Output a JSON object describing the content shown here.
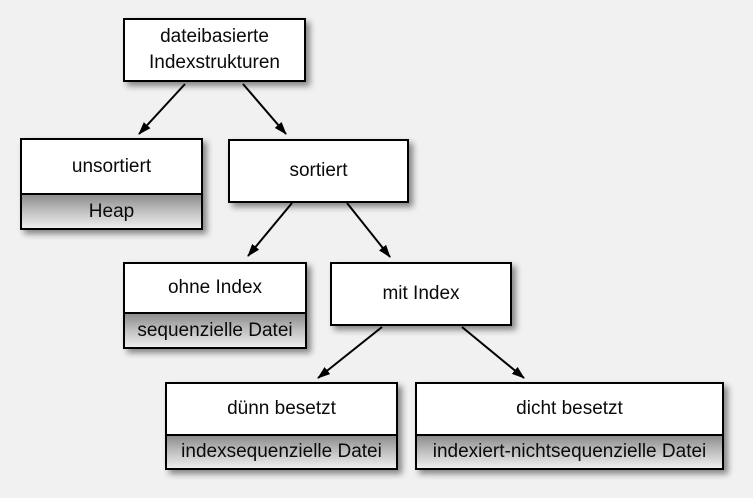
{
  "diagram": {
    "background": "#f1f1f1",
    "colors": {
      "box_fill": "#ffffff",
      "box_border": "#000000",
      "band_gradient_top": "#8d8d8d",
      "band_gradient_bottom": "#ededed",
      "arrow": "#000000",
      "text": "#0a0a0a"
    },
    "tree": {
      "root": {
        "label": "dateibasierte Indexstrukturen"
      },
      "unsorted": {
        "label": "unsortiert",
        "implementation": "Heap"
      },
      "sorted": {
        "label": "sortiert"
      },
      "without_index": {
        "label": "ohne Index",
        "implementation": "sequenzielle Datei"
      },
      "with_index": {
        "label": "mit Index"
      },
      "sparse": {
        "label": "dünn besetzt",
        "implementation": "indexsequenzielle Datei"
      },
      "dense": {
        "label": "dicht besetzt",
        "implementation": "indexiert-nichtsequenzielle Datei"
      }
    },
    "edges": [
      {
        "from": "root",
        "to": "unsorted"
      },
      {
        "from": "root",
        "to": "sorted"
      },
      {
        "from": "sorted",
        "to": "without_index"
      },
      {
        "from": "sorted",
        "to": "with_index"
      },
      {
        "from": "with_index",
        "to": "sparse"
      },
      {
        "from": "with_index",
        "to": "dense"
      }
    ]
  }
}
